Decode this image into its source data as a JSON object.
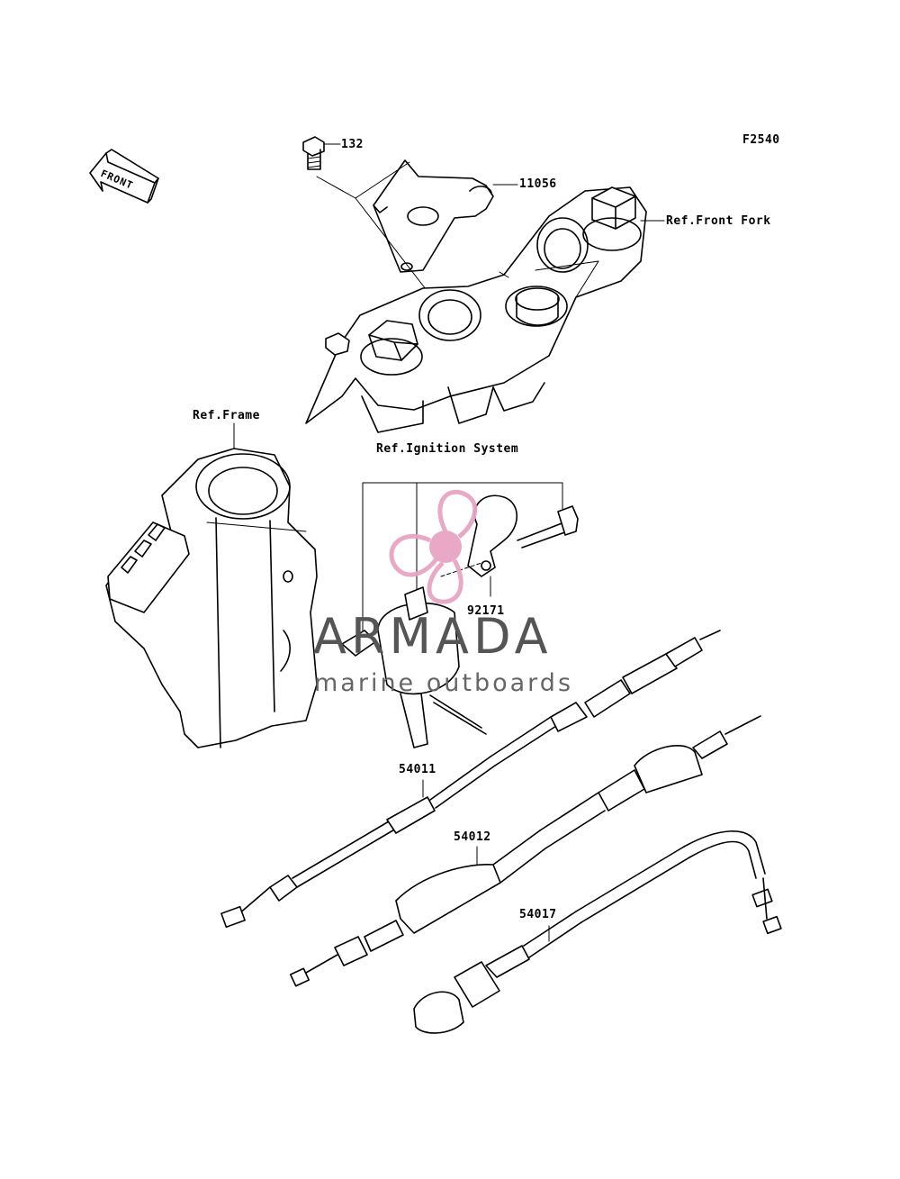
{
  "figure_code": "F2540",
  "direction_marker": "FRONT",
  "callouts": {
    "p132": "132",
    "p11056": "11056",
    "ref_front_fork": "Ref.Front Fork",
    "ref_frame": "Ref.Frame",
    "ref_ignition": "Ref.Ignition System",
    "p92171": "92171",
    "p54011": "54011",
    "p54012": "54012",
    "p54017": "54017"
  },
  "watermark": {
    "brand": "ARMADA",
    "tagline": "marine outboards",
    "logo_color": "#e8a5c3",
    "text_color": "#555555"
  }
}
